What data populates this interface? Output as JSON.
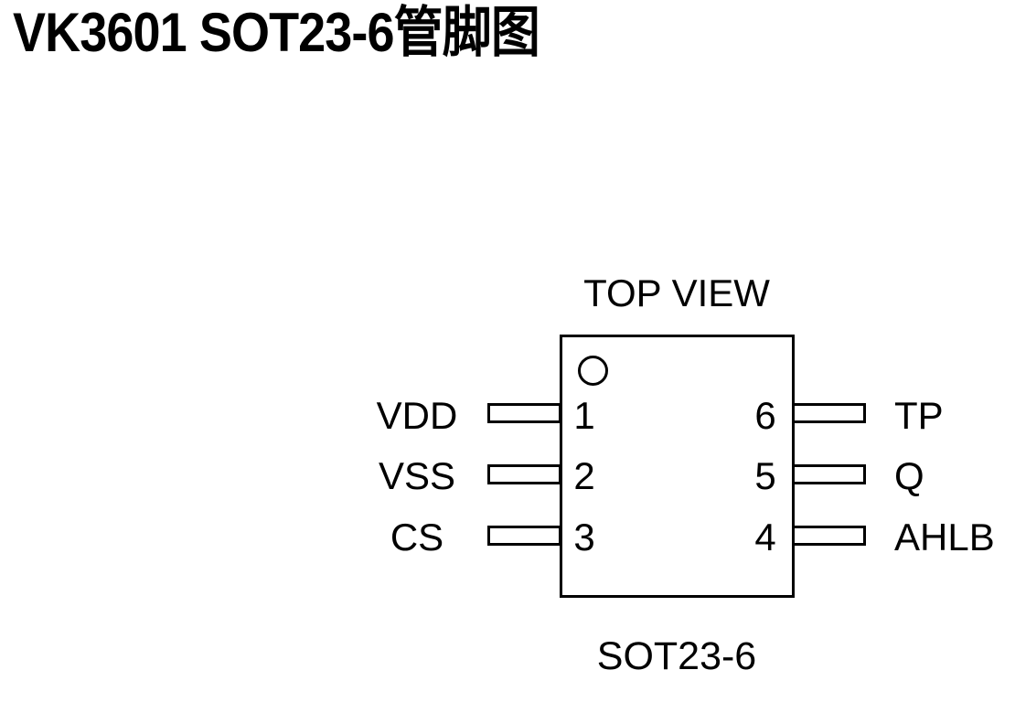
{
  "page": {
    "title": "VK3601 SOT23-6管脚图",
    "background_color": "#ffffff",
    "ink_color": "#000000"
  },
  "diagram": {
    "top_view_label": "TOP VIEW",
    "package_label": "SOT23-6",
    "pin1_marker": "circle",
    "left_pins": [
      {
        "number": "1",
        "label": "VDD"
      },
      {
        "number": "2",
        "label": "VSS"
      },
      {
        "number": "3",
        "label": "CS"
      }
    ],
    "right_pins": [
      {
        "number": "6",
        "label": "TP"
      },
      {
        "number": "5",
        "label": "Q"
      },
      {
        "number": "4",
        "label": "AHLB"
      }
    ]
  }
}
